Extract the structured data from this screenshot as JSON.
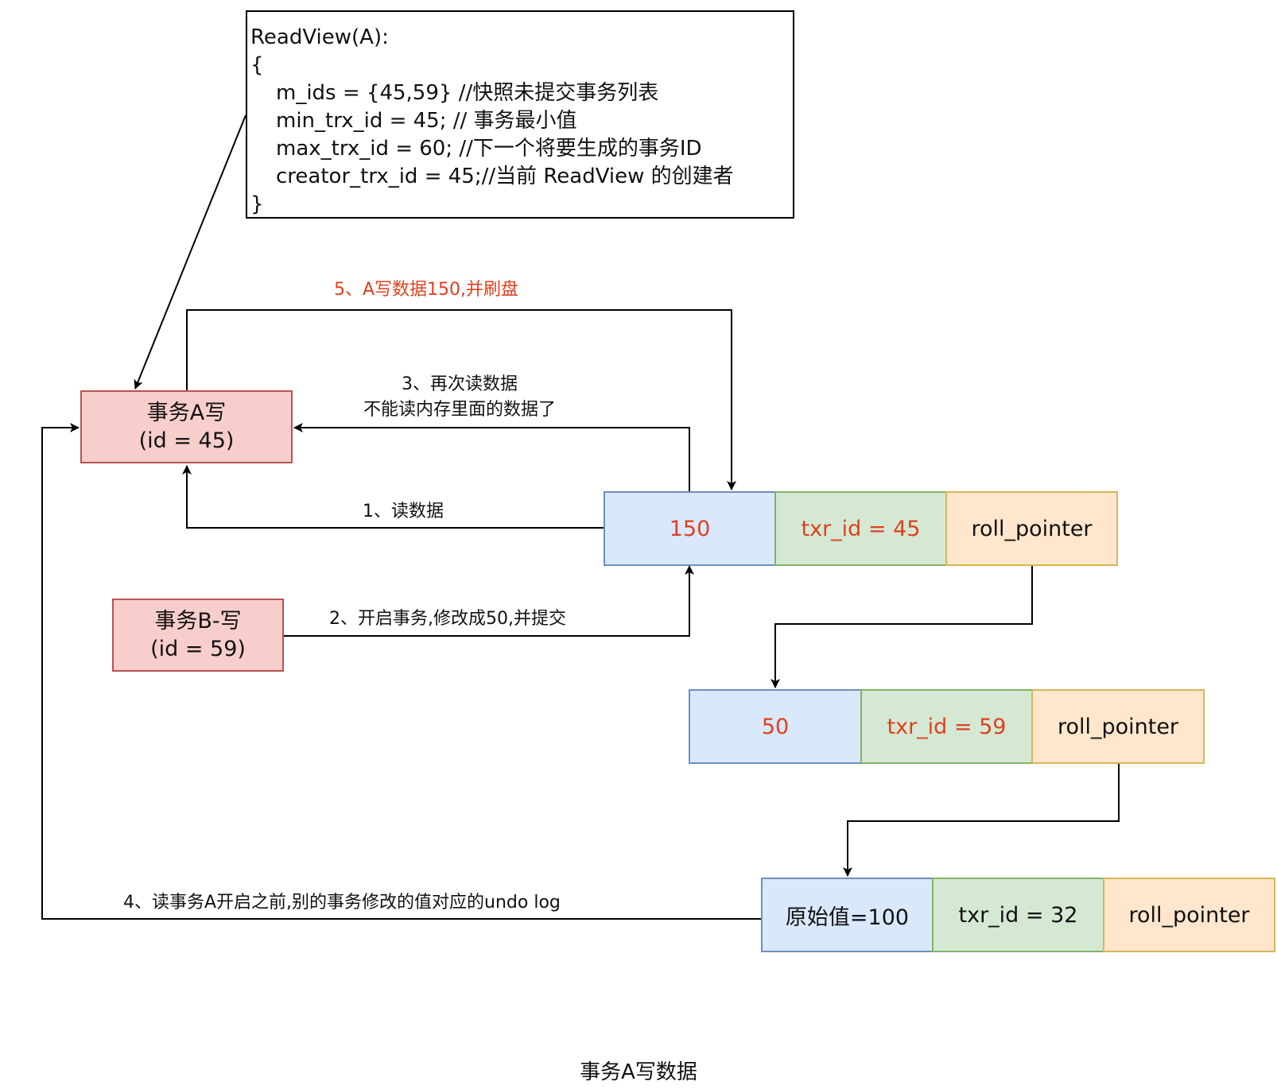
{
  "readview": {
    "title": "ReadView(A):",
    "open_brace": "{",
    "line1": "m_ids = {45,59} //快照未提交事务列表",
    "line2": "min_trx_id = 45; // 事务最小值",
    "line3": "max_trx_id = 60; //下一个将要生成的事务ID",
    "line4": "creator_trx_id = 45;//当前 ReadView 的创建者",
    "close_brace": "}"
  },
  "transaction_a": {
    "name": "事务A写",
    "id_text": "(id = 45)"
  },
  "transaction_b": {
    "name": "事务B-写",
    "id_text": "(id = 59)"
  },
  "edges": {
    "step1": "1、读数据",
    "step2": "2、开启事务,修改成50,并提交",
    "step3_line1": "3、再次读数据",
    "step3_line2": "不能读内存里面的数据了",
    "step4": "4、读事务A开启之前,别的事务修改的值对应的undo log",
    "step5": "5、A写数据150,并刷盘"
  },
  "records": [
    {
      "value": "150",
      "trx": "txr_id = 45",
      "pointer": "roll_pointer"
    },
    {
      "value": "50",
      "trx": "txr_id = 59",
      "pointer": "roll_pointer"
    },
    {
      "value": "原始值=100",
      "trx": "txr_id = 32",
      "pointer": "roll_pointer"
    }
  ],
  "caption": "事务A写数据",
  "colors": {
    "highlight_text": "#e0401d",
    "transaction_fill": "#f8cecc",
    "transaction_border": "#b85450",
    "value_fill": "#dae8fc",
    "trx_fill": "#d5e8d4",
    "pointer_fill": "#ffe6cc"
  }
}
